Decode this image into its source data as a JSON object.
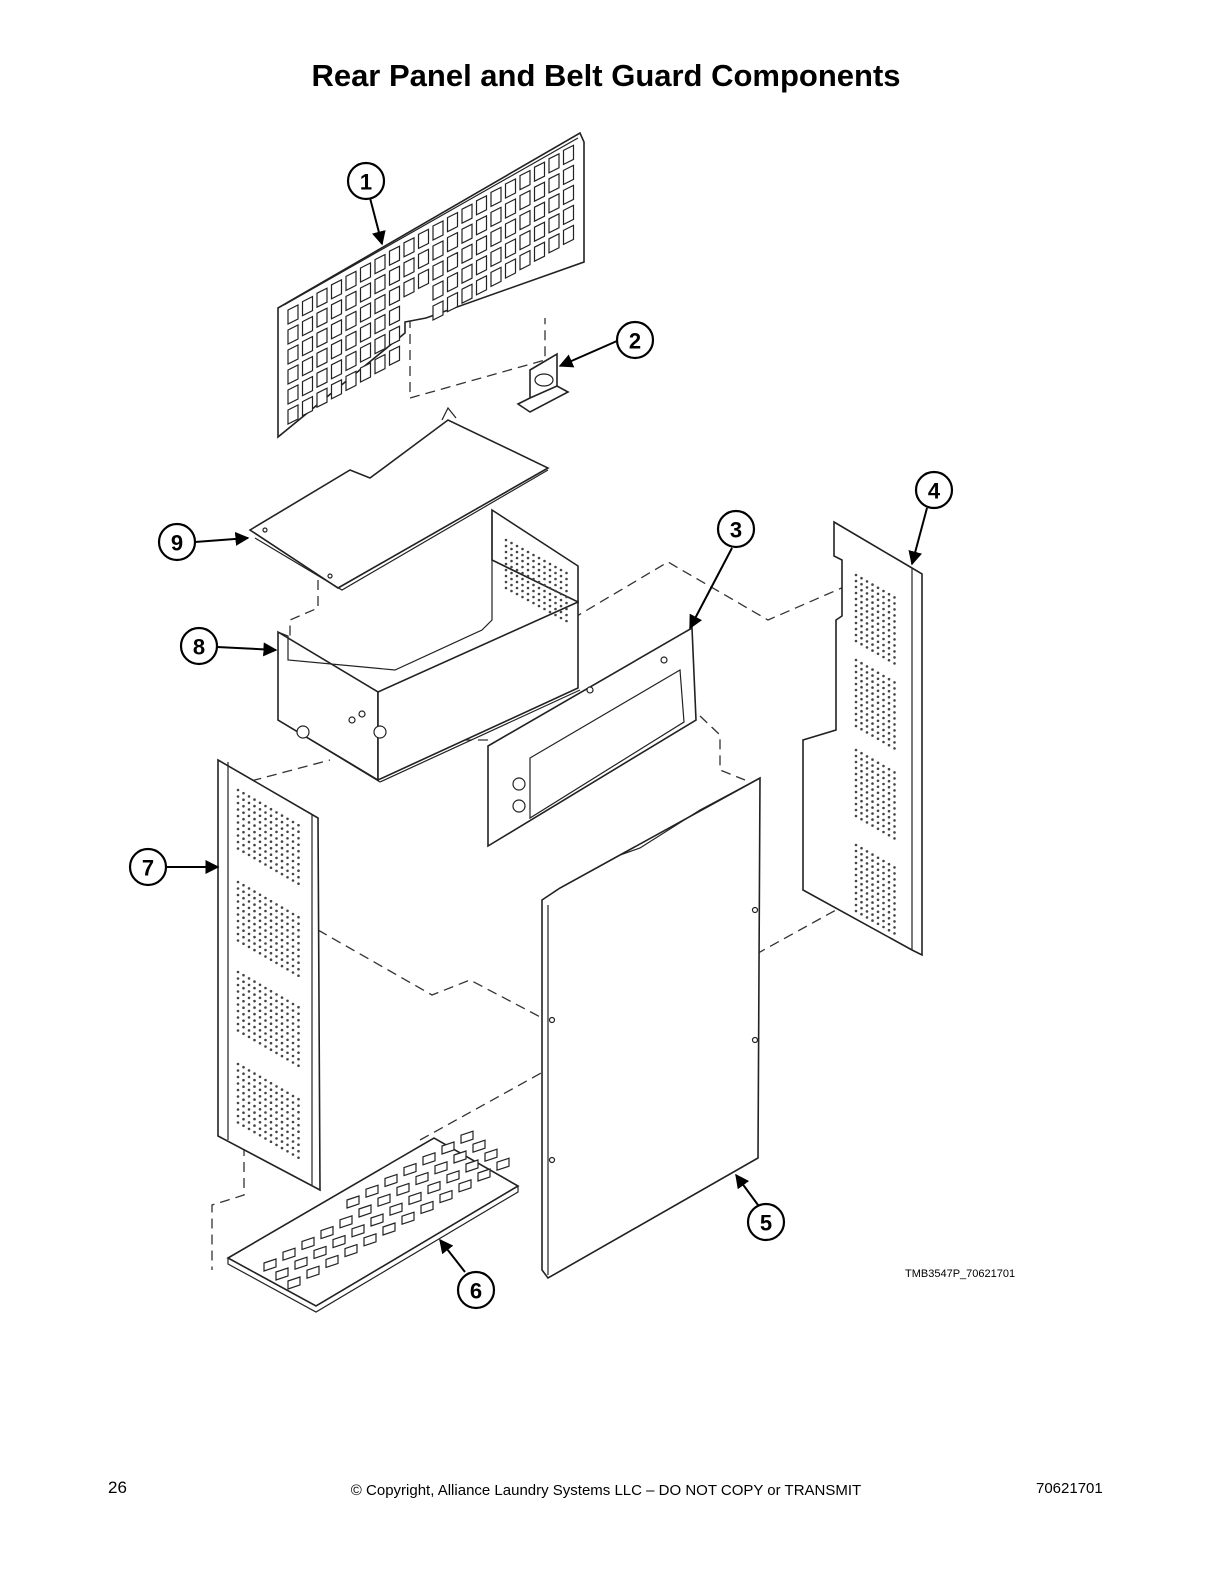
{
  "title": "Rear Panel and Belt Guard Components",
  "drawing_id": "TMB3547P_70621701",
  "callouts": [
    "1",
    "2",
    "3",
    "4",
    "5",
    "6",
    "7",
    "8",
    "9"
  ],
  "footer": {
    "page_number": "26",
    "copyright": "© Copyright, Alliance Laundry Systems LLC – DO NOT COPY or TRANSMIT",
    "document_number": "70621701"
  }
}
